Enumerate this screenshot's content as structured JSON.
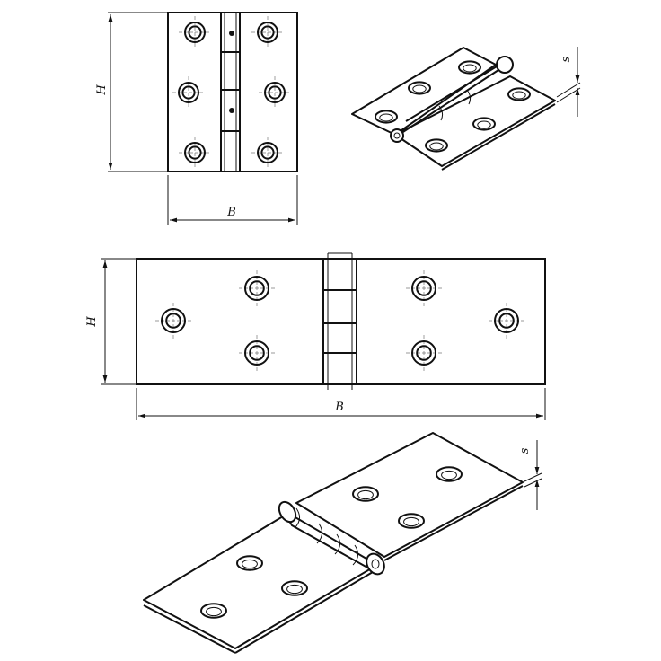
{
  "views": {
    "front_small": {
      "height_label": "H",
      "width_label": "B"
    },
    "iso_small": {
      "thickness_label": "s"
    },
    "front_wide": {
      "height_label": "H",
      "width_label": "B"
    },
    "iso_wide": {
      "thickness_label": "s"
    }
  }
}
